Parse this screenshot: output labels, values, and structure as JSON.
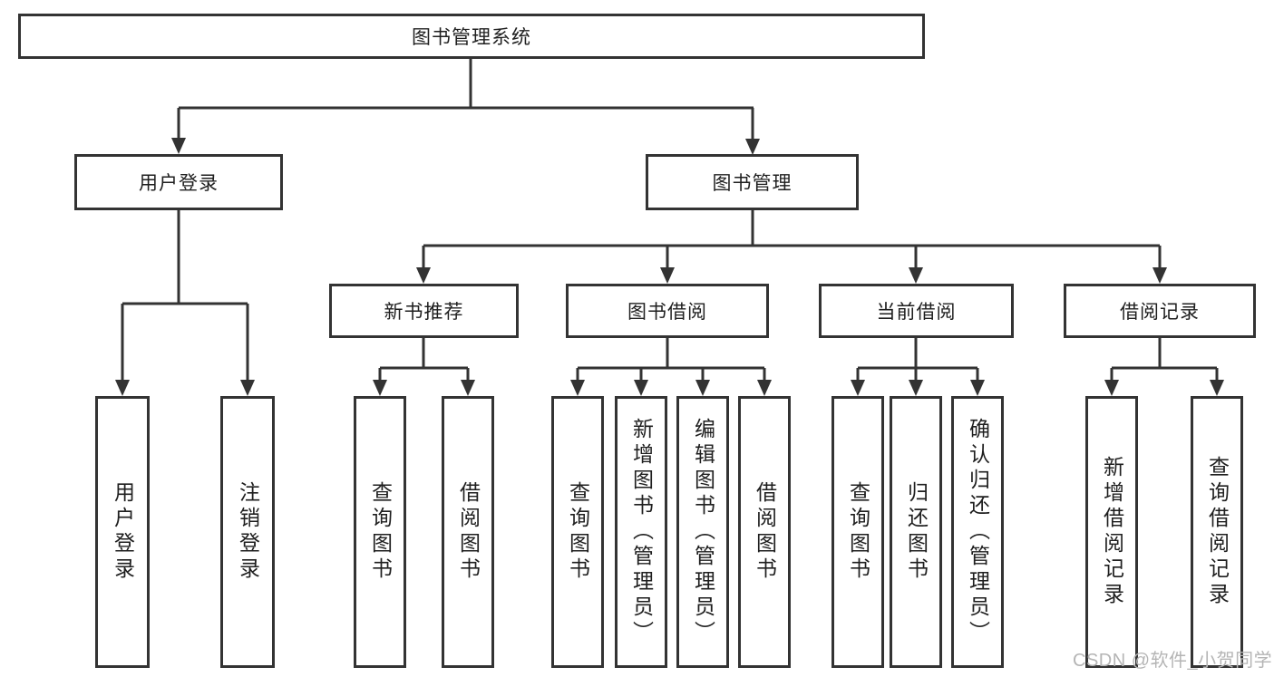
{
  "nodes": {
    "root": "图书管理系统",
    "user_login": "用户登录",
    "book_mgmt": "图书管理",
    "new_book_rec": "新书推荐",
    "book_borrow": "图书借阅",
    "current_borrow": "当前借阅",
    "borrow_record": "借阅记录",
    "user_login_children": [
      "用户登录",
      "注销登录"
    ],
    "new_book_rec_children": [
      "查询图书",
      "借阅图书"
    ],
    "book_borrow_children": [
      "查询图书",
      "新增图书（管理员）",
      "编辑图书（管理员）",
      "借阅图书"
    ],
    "current_borrow_children": [
      "查询图书",
      "归还图书",
      "确认归还（管理员）"
    ],
    "borrow_record_children": [
      "新增借阅记录",
      "查询借阅记录"
    ]
  },
  "watermark": "CSDN @软件_小贺同学",
  "colors": {
    "line": "#333333",
    "text": "#1f1f1f",
    "watermark": "#b5b5b5"
  }
}
